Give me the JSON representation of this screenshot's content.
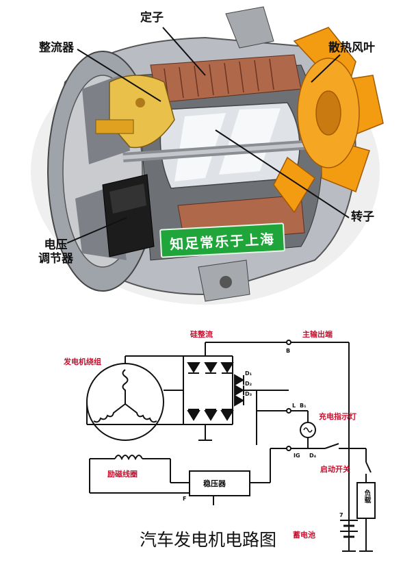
{
  "illustration": {
    "labels": {
      "stator": "定子",
      "rectifier": "整流器",
      "fan": "散热风叶",
      "rotor": "转子",
      "regulator": "电压\n调节器"
    },
    "watermark": "知足常乐于上海"
  },
  "circuit": {
    "title": "汽车发电机电路图",
    "labels": {
      "silicon_rectifier": "硅整流",
      "generator_winding": "发电机绕组",
      "main_output": "主输出端",
      "charge_lamp": "充电指示灯",
      "field_coil": "励磁线圈",
      "regulator": "稳压器",
      "start_switch": "启动开关",
      "battery": "蓄电池",
      "load": "负载"
    },
    "terminals": {
      "B": "B",
      "L": "L",
      "IG": "IG",
      "F": "F",
      "D1": "D₁",
      "D2": "D₂",
      "D3": "D₃",
      "B1": "B₁",
      "D4": "D₄",
      "seven": "7"
    }
  },
  "colors": {
    "label_red": "#c8102e",
    "fan_orange": "#f39c12",
    "rectifier_yellow": "#e8c04a",
    "watermark_green": "#1fa53a"
  }
}
